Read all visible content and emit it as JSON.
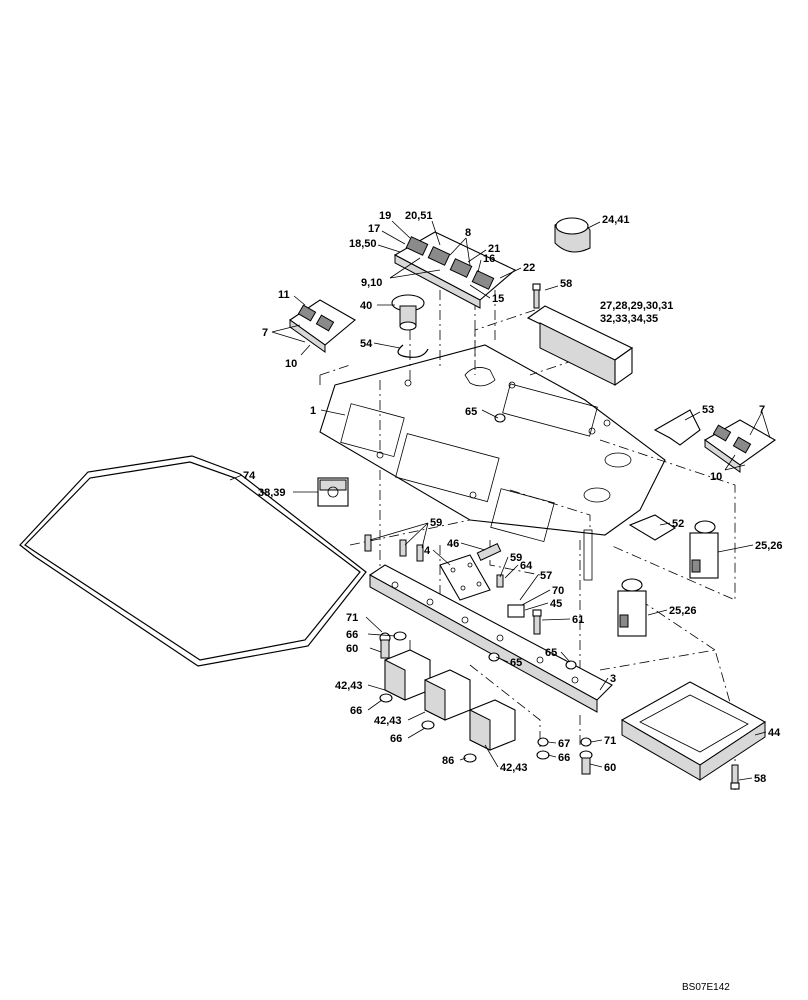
{
  "drawing_code": "BS07E142",
  "callouts": {
    "c19": "19",
    "c20_51": "20,51",
    "c17": "17",
    "c8": "8",
    "c18_50": "18,50",
    "c21": "21",
    "c16": "16",
    "c9_10": "9,10",
    "c22": "22",
    "c15": "15",
    "c24_41": "24,41",
    "c58_top": "58",
    "c27_31": "27,28,29,30,31",
    "c32_35": "32,33,34,35",
    "c11": "11",
    "c7_left": "7",
    "c10_left": "10",
    "c40": "40",
    "c54": "54",
    "c1": "1",
    "c65_top": "65",
    "c53": "53",
    "c7_right": "7",
    "c10_right": "10",
    "c74": "74",
    "c38_39": "38,39",
    "c59_a": "59",
    "c52": "52",
    "c25_26_a": "25,26",
    "c4": "4",
    "c46": "46",
    "c59_b": "59",
    "c64": "64",
    "c57": "57",
    "c70": "70",
    "c45": "45",
    "c25_26_b": "25,26",
    "c71_left": "71",
    "c61": "61",
    "c66_a": "66",
    "c60_left": "60",
    "c65_mid": "65",
    "c65_right": "65",
    "c3": "3",
    "c42_43_a": "42,43",
    "c66_b": "66",
    "c42_43_b": "42,43",
    "c66_c": "66",
    "c44": "44",
    "c67": "67",
    "c71_right": "71",
    "c66_d": "66",
    "c86": "86",
    "c42_43_c": "42,43",
    "c60_right": "60",
    "c58_bottom": "58"
  }
}
